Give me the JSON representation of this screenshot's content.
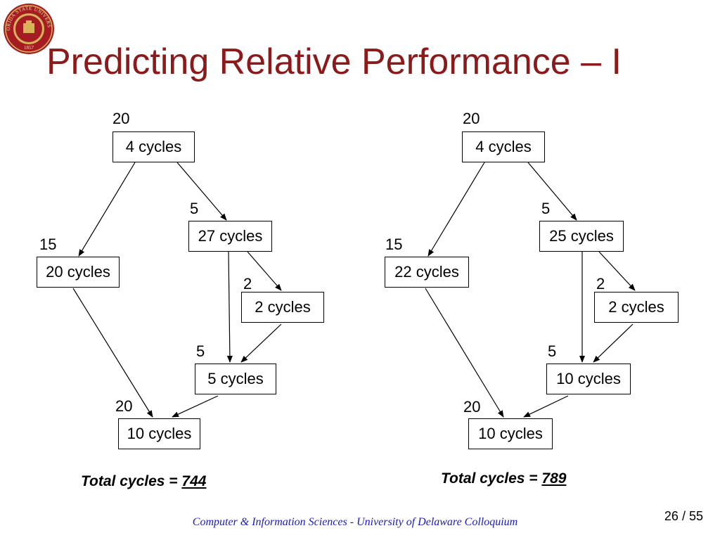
{
  "slide": {
    "title": "Predicting Relative Performance – I",
    "footer": "Computer & Information Sciences - University of Delaware Colloquium",
    "page_current": "26",
    "page_separator": "/",
    "page_total": "55",
    "seal": {
      "text": "FLORIDA STATE UNIVERSITY",
      "year": "1857"
    }
  },
  "left_graph": {
    "nodes": [
      {
        "label": "4 cycles",
        "weight": "20"
      },
      {
        "label": "20 cycles",
        "weight": "15"
      },
      {
        "label": "27 cycles",
        "weight": "5"
      },
      {
        "label": "2 cycles",
        "weight": "2"
      },
      {
        "label": "5 cycles",
        "weight": "5"
      },
      {
        "label": "10 cycles",
        "weight": "20"
      }
    ],
    "total_prefix": "Total cycles = ",
    "total_value": "744"
  },
  "right_graph": {
    "nodes": [
      {
        "label": "4 cycles",
        "weight": "20"
      },
      {
        "label": "22 cycles",
        "weight": "15"
      },
      {
        "label": "25 cycles",
        "weight": "5"
      },
      {
        "label": "2 cycles",
        "weight": "2"
      },
      {
        "label": "10 cycles",
        "weight": "5"
      },
      {
        "label": "10 cycles",
        "weight": "20"
      }
    ],
    "total_prefix": "Total cycles = ",
    "total_value": "789"
  },
  "colors": {
    "title": "#8b1a1a",
    "footer": "#1b1bb8",
    "seal": "#a51d22",
    "seal_gold": "#d8b35a"
  }
}
